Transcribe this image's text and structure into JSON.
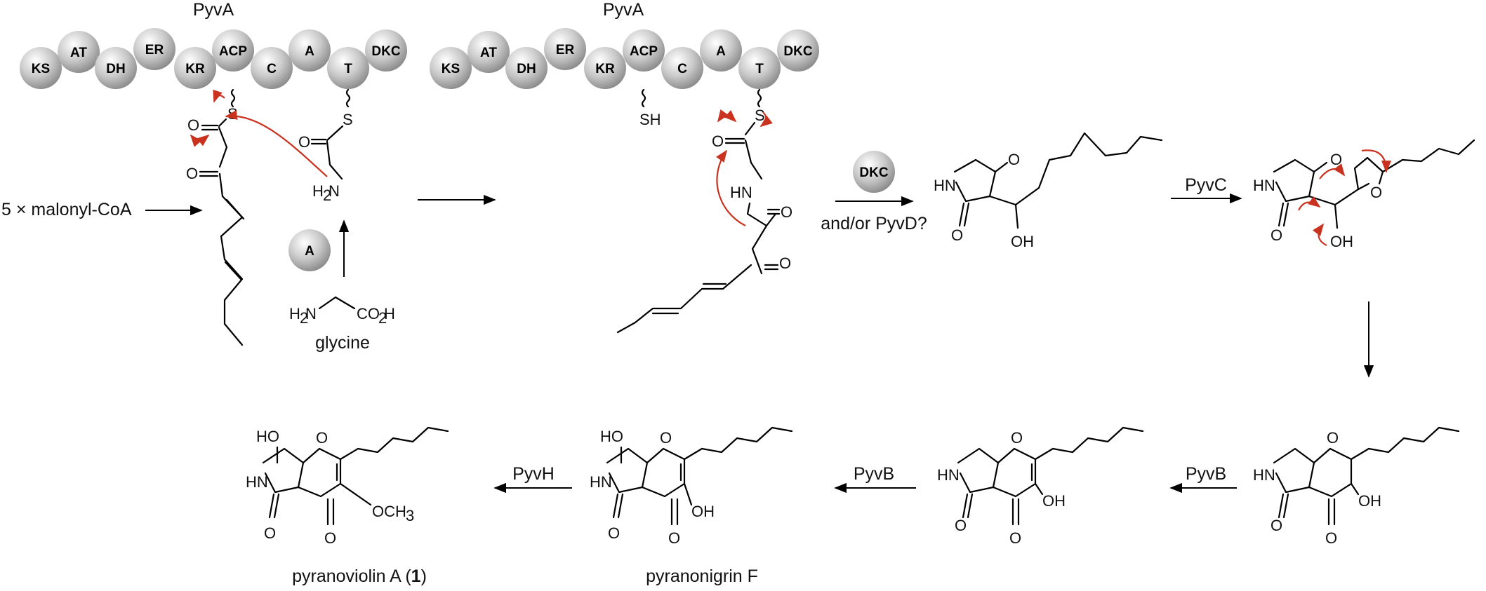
{
  "pks_title_1": "PyvA",
  "pks_title_2": "PyvA",
  "domains": [
    "KS",
    "AT",
    "DH",
    "ER",
    "KR",
    "ACP",
    "C",
    "A",
    "T",
    "DKC"
  ],
  "starter": "5 × malonyl-CoA",
  "adenylation_label": "A",
  "glycine_label": "glycine",
  "sh_label": "SH",
  "enzyme_dkc": "DKC",
  "step_dkc_text": "and/or PyvD?",
  "step_pyvc": "PyvC",
  "step_pyvb_1": "PyvB",
  "step_pyvb_2": "PyvB",
  "step_pyvh": "PyvH",
  "product_1_name": "pyranonigrin F",
  "product_2_name_pre": "pyranoviolin A (",
  "product_2_name_num": "1",
  "product_2_name_post": ")",
  "atoms": {
    "O": "O",
    "S": "S",
    "HN": "HN",
    "OH": "OH",
    "HO": "HO",
    "H": "H",
    "N": "N",
    "CO": "CO",
    "C": "C",
    "sub2": "2",
    "sub3": "3",
    "OMe_pre": "OCH"
  },
  "colors": {
    "arrow_pushing": "#c8321e",
    "domain_fill": "#bdbdbd"
  }
}
